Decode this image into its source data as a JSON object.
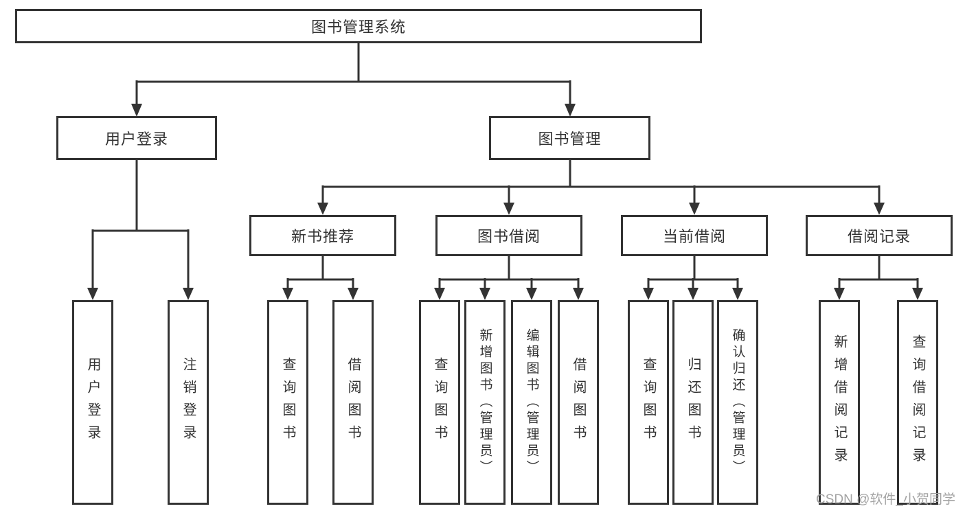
{
  "diagram": {
    "title": "图书管理系统",
    "root": {
      "label": "图书管理系统"
    },
    "level2": [
      {
        "label": "用户登录"
      },
      {
        "label": "图书管理"
      }
    ],
    "level3": [
      {
        "label": "新书推荐"
      },
      {
        "label": "图书借阅"
      },
      {
        "label": "当前借阅"
      },
      {
        "label": "借阅记录"
      }
    ],
    "leaves": [
      {
        "label": "用户登录",
        "parent": "用户登录"
      },
      {
        "label": "注销登录",
        "parent": "用户登录"
      },
      {
        "label": "查询图书",
        "parent": "新书推荐"
      },
      {
        "label": "借阅图书",
        "parent": "新书推荐"
      },
      {
        "label": "查询图书",
        "parent": "图书借阅"
      },
      {
        "label": "新增图书（管理员）",
        "parent": "图书借阅"
      },
      {
        "label": "编辑图书（管理员）",
        "parent": "图书借阅"
      },
      {
        "label": "借阅图书",
        "parent": "图书借阅"
      },
      {
        "label": "查询图书",
        "parent": "当前借阅"
      },
      {
        "label": "归还图书",
        "parent": "当前借阅"
      },
      {
        "label": "确认归还（管理员）",
        "parent": "当前借阅"
      },
      {
        "label": "新增借阅记录",
        "parent": "借阅记录"
      },
      {
        "label": "查询借阅记录",
        "parent": "借阅记录"
      }
    ]
  },
  "watermark": "CSDN @软件_小贺同学",
  "colors": {
    "line": "#333333",
    "text": "#333333",
    "watermark": "#a3a3a3",
    "background": "#ffffff"
  }
}
